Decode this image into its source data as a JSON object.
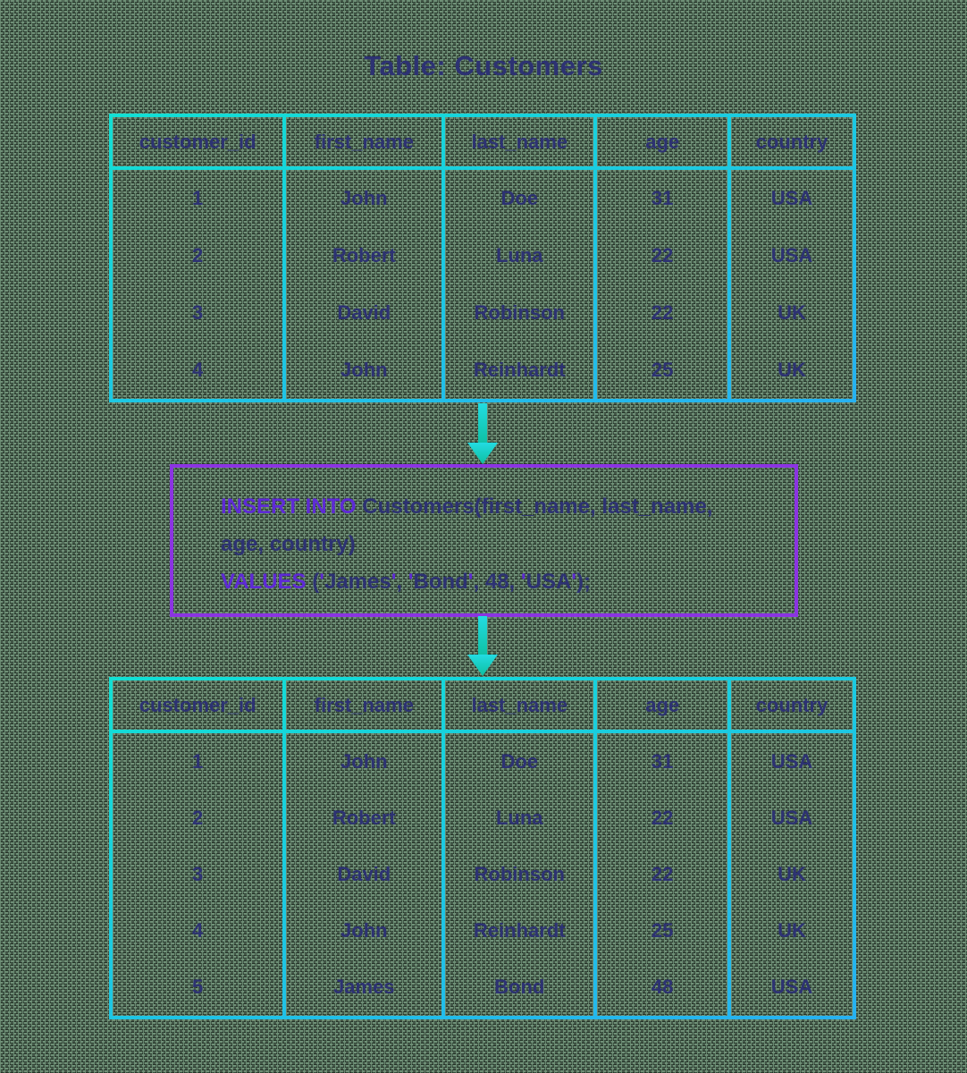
{
  "title": "Table: Customers",
  "tables": {
    "before": {
      "headers": [
        "customer_id",
        "first_name",
        "last_name",
        "age",
        "country"
      ],
      "rows": [
        [
          "1",
          "John",
          "Doe",
          "31",
          "USA"
        ],
        [
          "2",
          "Robert",
          "Luna",
          "22",
          "USA"
        ],
        [
          "3",
          "David",
          "Robinson",
          "22",
          "UK"
        ],
        [
          "4",
          "John",
          "Reinhardt",
          "25",
          "UK"
        ]
      ]
    },
    "after": {
      "headers": [
        "customer_id",
        "first_name",
        "last_name",
        "age",
        "country"
      ],
      "rows": [
        [
          "1",
          "John",
          "Doe",
          "31",
          "USA"
        ],
        [
          "2",
          "Robert",
          "Luna",
          "22",
          "USA"
        ],
        [
          "3",
          "David",
          "Robinson",
          "22",
          "UK"
        ],
        [
          "4",
          "John",
          "Reinhardt",
          "25",
          "UK"
        ],
        [
          "5",
          "James",
          "Bond",
          "48",
          "USA"
        ]
      ]
    }
  },
  "sql": {
    "keyword_insert": "INSERT INTO",
    "line1_rest": " Customers(first_name, last_name,",
    "line2": "age, country)",
    "keyword_values": "VALUES",
    "line3_parts": [
      " (",
      "'",
      "James",
      "'",
      ", ",
      "'",
      "Bond",
      "'",
      ", 48, ",
      "'",
      "USA",
      "'",
      ");"
    ],
    "full_statement": "INSERT INTO Customers(first_name, last_name, age, country) VALUES ('James', 'Bond', 48, 'USA');"
  },
  "icons": {
    "arrow_top": "arrow-down",
    "arrow_bottom": "arrow-down"
  },
  "colors": {
    "background": "#6f9077",
    "table_border_start": "#12e0d4",
    "table_border_end": "#27b1f1",
    "sql_border": "#8b34e2",
    "keyword": "#5e2ad6",
    "text": "#2d3273",
    "arrow_start": "#23dce2",
    "arrow_end": "#0dbfa0"
  }
}
